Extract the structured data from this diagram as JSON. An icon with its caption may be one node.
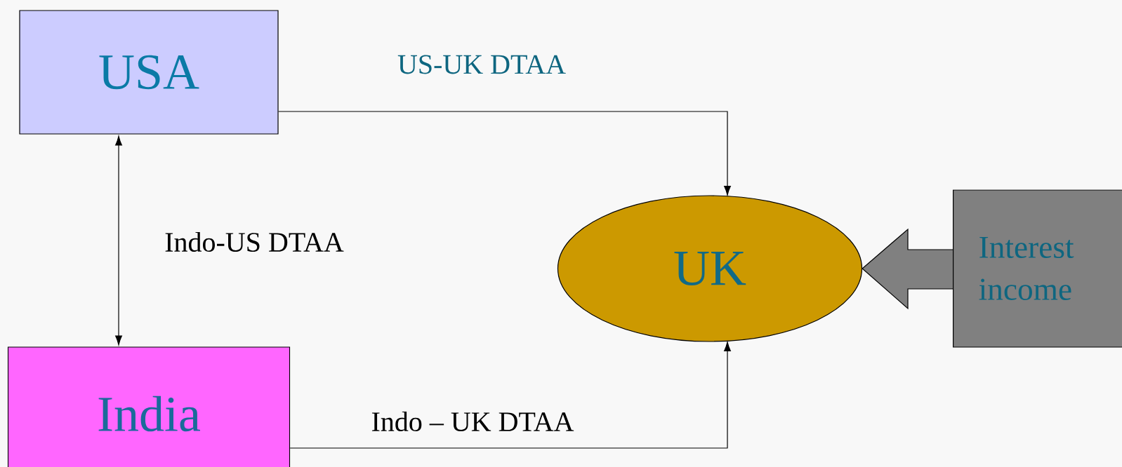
{
  "diagram": {
    "nodes": [
      {
        "text": [
          "USA"
        ]
      },
      {
        "text": [
          "India"
        ]
      },
      {
        "text": [
          "UK"
        ]
      },
      {
        "text": [
          "Interest income"
        ]
      }
    ],
    "edges": [
      {
        "from": 0,
        "to": 2,
        "arrow": "to",
        "label": "US-UK DTAA"
      },
      {
        "from": 0,
        "to": 1,
        "arrow": "both",
        "label": "Indo-US DTAA"
      },
      {
        "from": 1,
        "to": 2,
        "arrow": "to",
        "label": "Indo – UK DTAA"
      },
      {
        "from": 3,
        "to": 2,
        "arrow": "to",
        "style": "thick",
        "color": "#808080"
      }
    ]
  }
}
